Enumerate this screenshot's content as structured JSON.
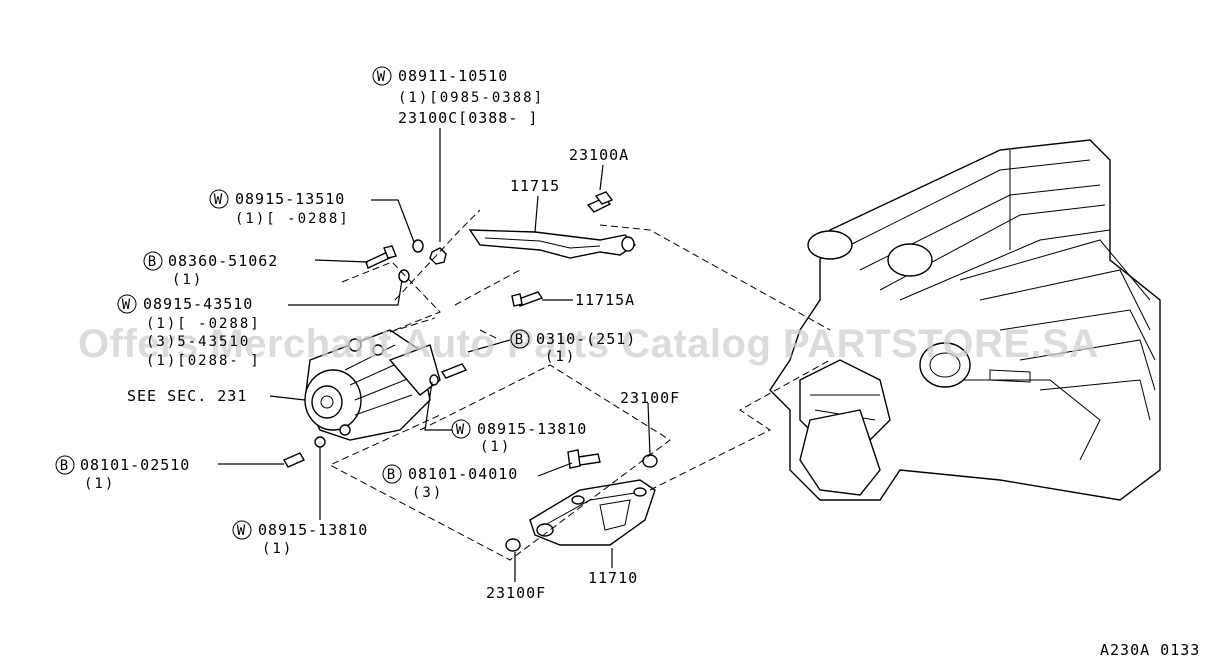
{
  "watermark": "Offers Merchant Auto Parts Catalog PARTSTORE.SA",
  "diagram_code": "A230A 0133",
  "callouts": {
    "w_08911": {
      "marker": "W",
      "number": "08911-10510",
      "line2": "(1)[0985-0388]",
      "line3": "23100C[0388-     ]"
    },
    "p_23100A": {
      "number": "23100A"
    },
    "p_11715": {
      "number": "11715"
    },
    "w_08915_13510": {
      "marker": "W",
      "number": "08915-13510",
      "line2": "(1)[   -0288]"
    },
    "b_08360": {
      "marker": "B",
      "number": "08360-51062",
      "line2": "(1)"
    },
    "w_08915_43510": {
      "marker": "W",
      "number": "08915-43510",
      "line2": "(1)[   -0288]",
      "line3": "(3)5-43510",
      "line4": "(1)[0288-    ]"
    },
    "p_11715A": {
      "number": "11715A"
    },
    "b_0310": {
      "marker": "B",
      "number": "0310-(251)",
      "line2": "(1)"
    },
    "see_sec": {
      "text": "SEE SEC. 231"
    },
    "p_23100F_top": {
      "number": "23100F"
    },
    "w_08915_13810_a": {
      "marker": "W",
      "number": "08915-13810",
      "line2": "(1)"
    },
    "b_08101_02510": {
      "marker": "B",
      "number": "08101-02510",
      "line2": "(1)"
    },
    "b_08101_04010": {
      "marker": "B",
      "number": "08101-04010",
      "line2": "(3)"
    },
    "w_08915_13810_b": {
      "marker": "W",
      "number": "08915-13810",
      "line2": "(1)"
    },
    "p_23100F_bottom": {
      "number": "23100F"
    },
    "p_11710": {
      "number": "11710"
    }
  },
  "colors": {
    "ink": "#000000",
    "paper": "#ffffff",
    "watermark": "#cfcfcf"
  },
  "icons": [
    "alternator-icon",
    "engine-block-icon",
    "adjusting-bar-icon",
    "bracket-icon",
    "bolt-icon",
    "washer-icon",
    "nut-icon"
  ]
}
